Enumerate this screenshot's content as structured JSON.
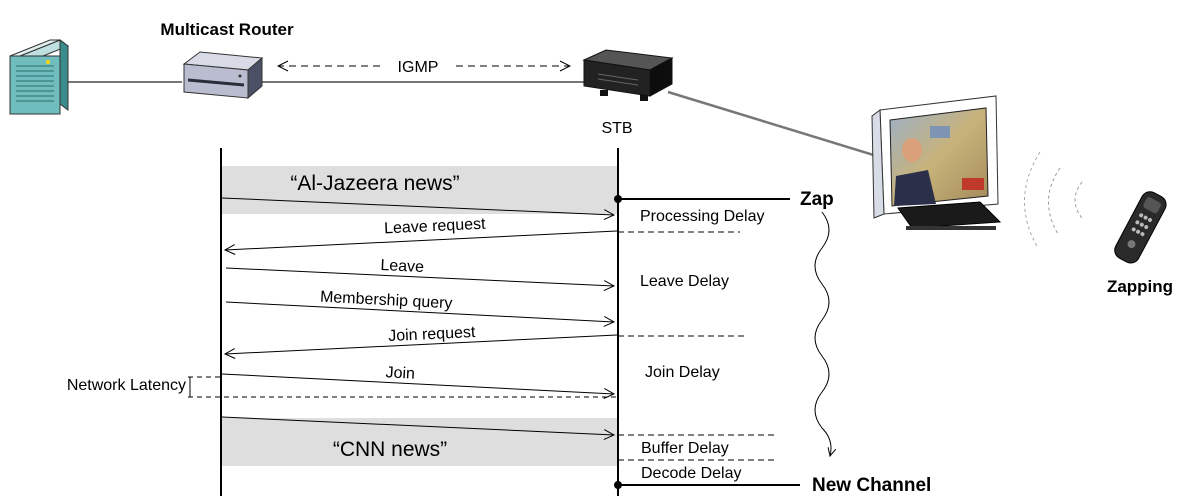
{
  "devices": {
    "router_label": "Multicast Router",
    "protocol_label": "IGMP",
    "stb_label": "STB",
    "remote_label": "Zapping",
    "server_icon": "server-icon",
    "router_icon": "router-icon",
    "stb_icon": "set-top-box-icon",
    "tv_icon": "television-icon",
    "remote_icon": "remote-control-icon"
  },
  "streams": {
    "old_channel": "“Al-Jazeera news”",
    "new_channel": "“CNN news”"
  },
  "messages": {
    "leave_request": "Leave request",
    "leave": "Leave",
    "membership_query": "Membership query",
    "join_request": "Join request",
    "join": "Join"
  },
  "delays": {
    "processing": "Processing Delay",
    "leave": "Leave Delay",
    "join": "Join Delay",
    "buffer": "Buffer Delay",
    "decode": "Decode Delay",
    "network_latency": "Network Latency"
  },
  "events": {
    "zap": "Zap",
    "new_channel": "New Channel"
  }
}
